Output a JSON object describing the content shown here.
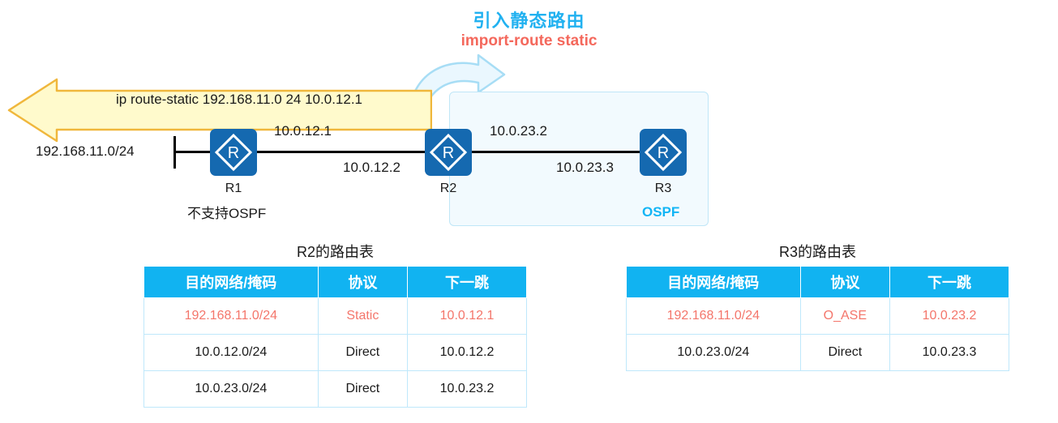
{
  "title": {
    "cn": "引入静态路由",
    "en": "import-route static"
  },
  "banner": {
    "command": "ip route-static 192.168.11.0 24 10.0.12.1",
    "fill_color": "#fffacc",
    "border_color": "#f0b73c"
  },
  "topology": {
    "ospf_region_label": "OSPF",
    "ospf_region_color": "#12b5f5",
    "lan_label": "192.168.11.0/24",
    "r1_note": "不支持OSPF",
    "routers": [
      {
        "name": "R1",
        "icon": "router-icon"
      },
      {
        "name": "R2",
        "icon": "router-icon"
      },
      {
        "name": "R3",
        "icon": "router-icon"
      }
    ],
    "interfaces": {
      "r1_to_r2": "10.0.12.1",
      "r2_to_r1": "10.0.12.2",
      "r2_to_r3": "10.0.23.2",
      "r3_to_r2": "10.0.23.3"
    }
  },
  "tables": [
    {
      "title": "R2的路由表",
      "columns": [
        "目的网络/掩码",
        "协议",
        "下一跳"
      ],
      "rows": [
        {
          "highlight": true,
          "cells": [
            "192.168.11.0/24",
            "Static",
            "10.0.12.1"
          ]
        },
        {
          "highlight": false,
          "cells": [
            "10.0.12.0/24",
            "Direct",
            "10.0.12.2"
          ]
        },
        {
          "highlight": false,
          "cells": [
            "10.0.23.0/24",
            "Direct",
            "10.0.23.2"
          ]
        }
      ]
    },
    {
      "title": "R3的路由表",
      "columns": [
        "目的网络/掩码",
        "协议",
        "下一跳"
      ],
      "rows": [
        {
          "highlight": true,
          "cells": [
            "192.168.11.0/24",
            "O_ASE",
            "10.0.23.2"
          ]
        },
        {
          "highlight": false,
          "cells": [
            "10.0.23.0/24",
            "Direct",
            "10.0.23.3"
          ]
        }
      ]
    }
  ],
  "colors": {
    "accent_cyan": "#11b3f1",
    "highlight_red": "#f4766b",
    "router_blue": "#1569b0",
    "banner_yellow": "#fffacc"
  }
}
